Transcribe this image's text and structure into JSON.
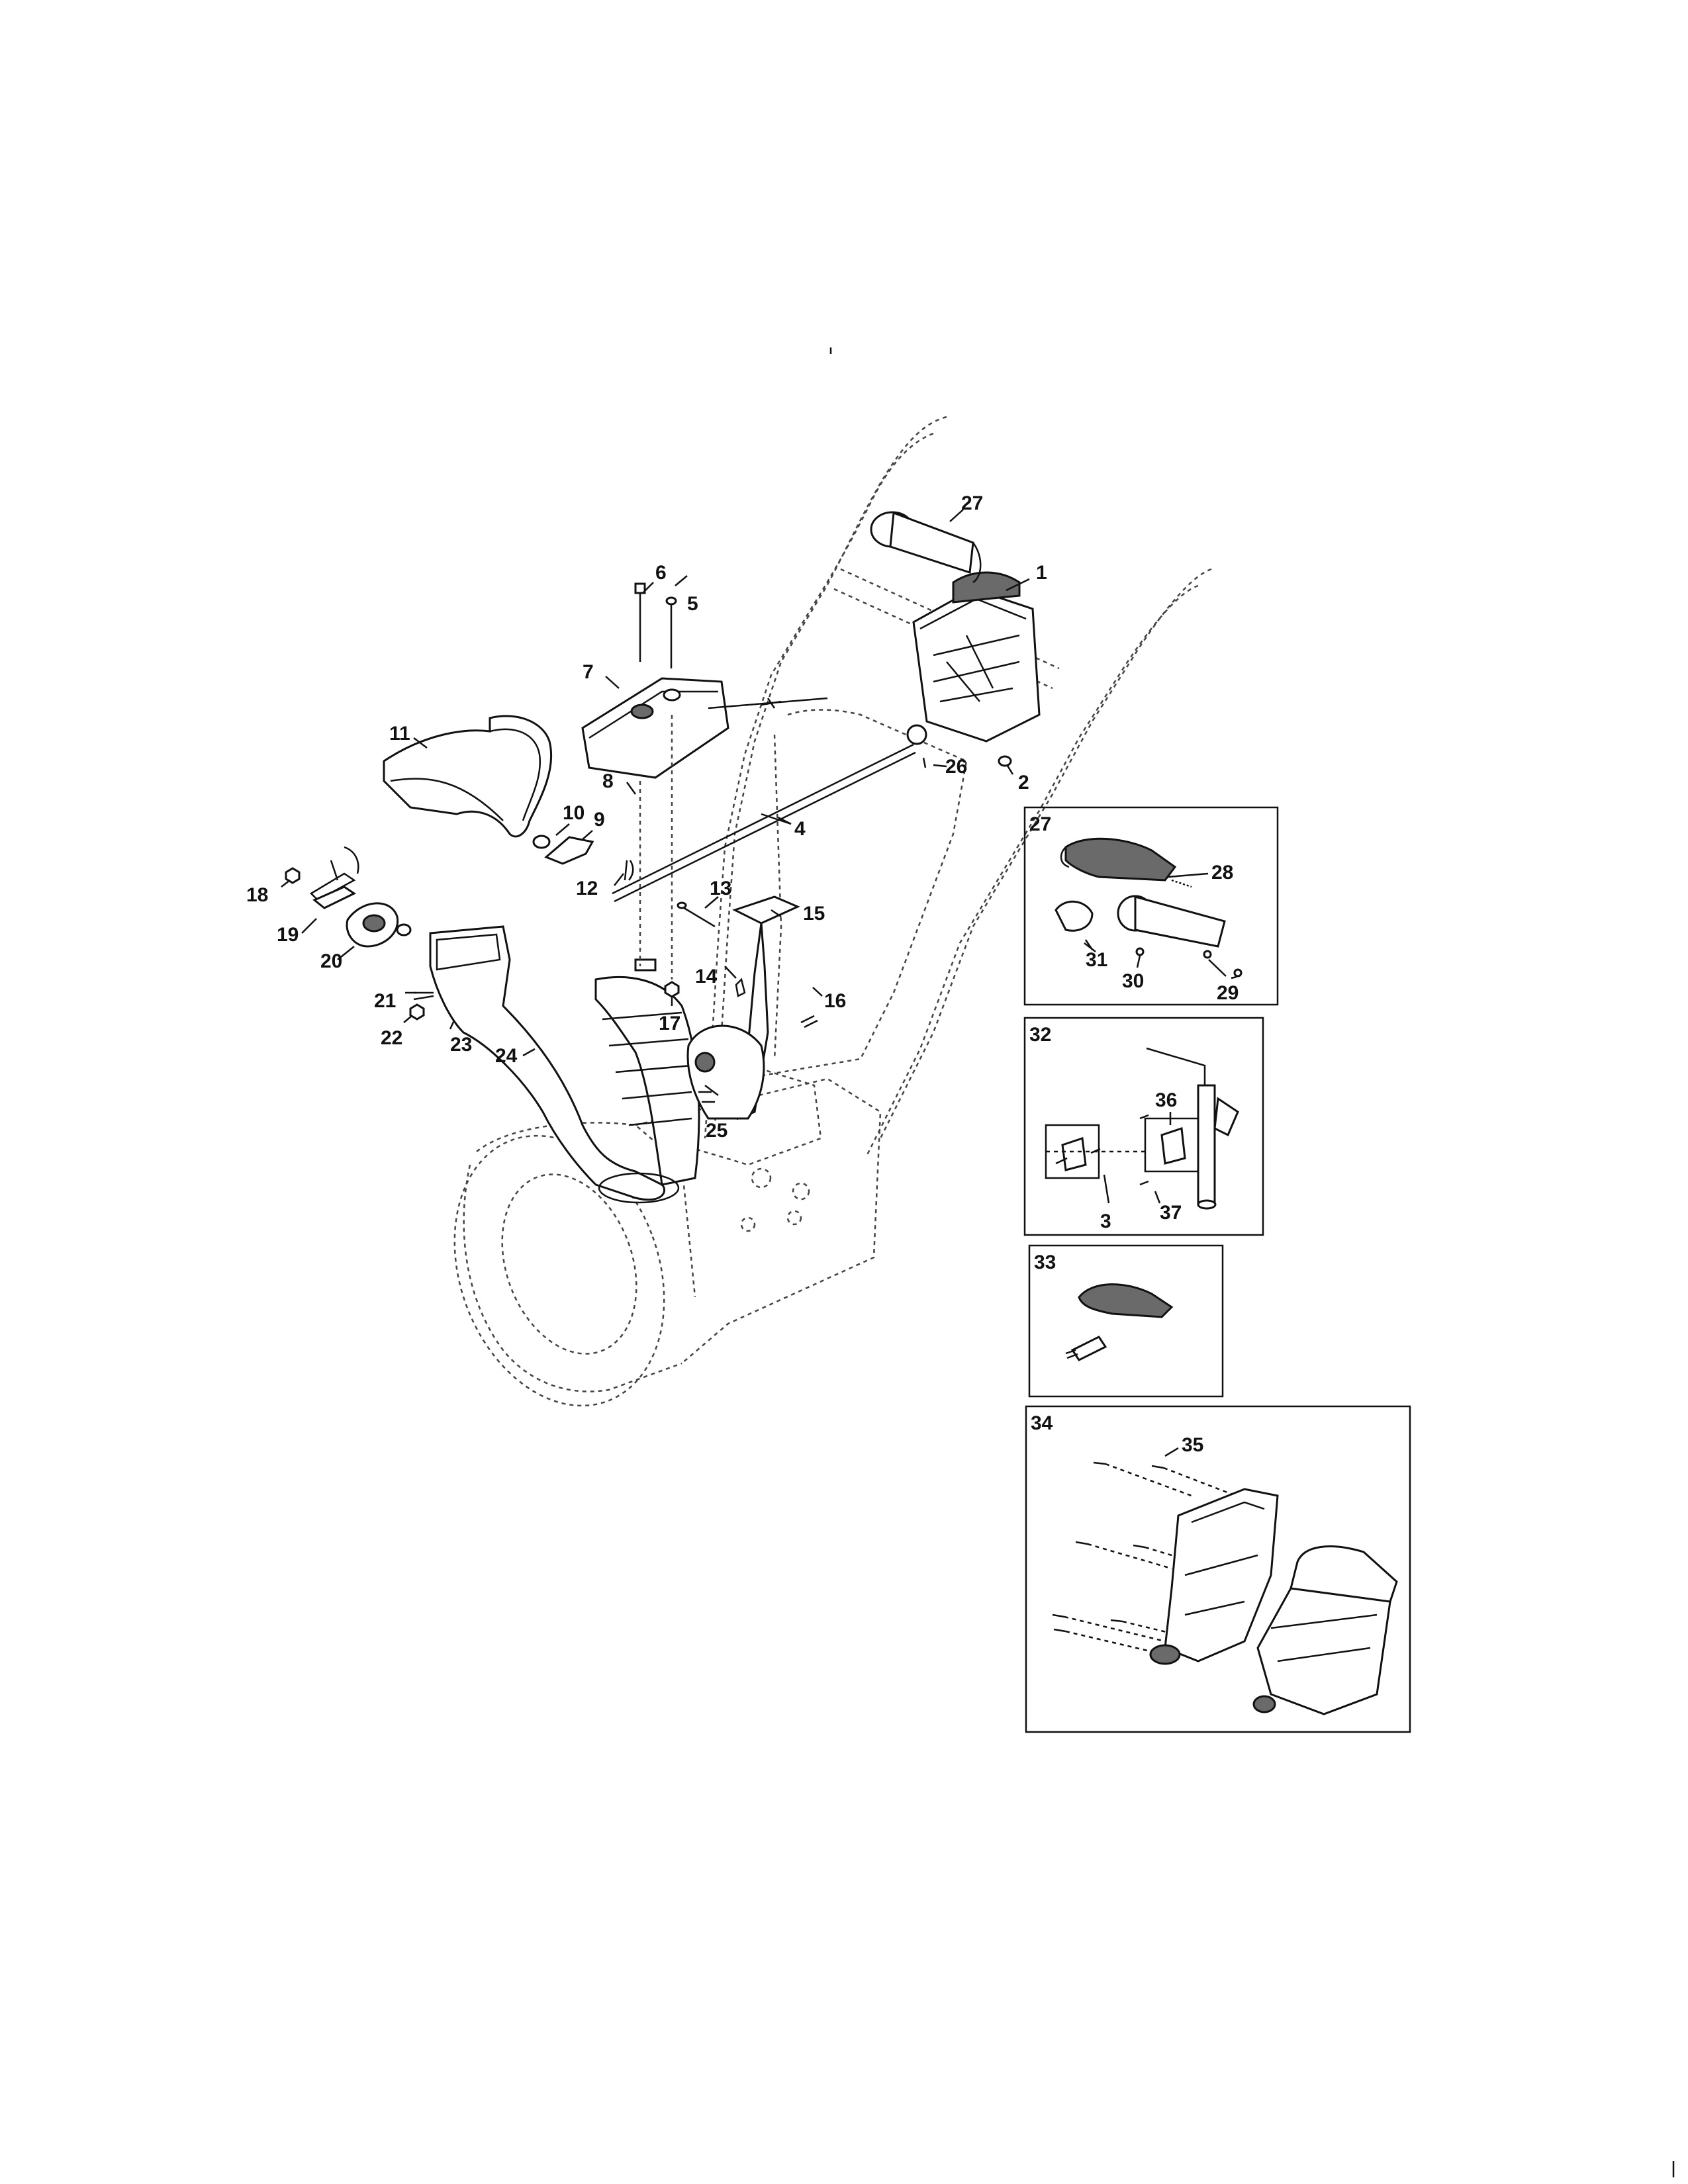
{
  "callouts": {
    "c1": "1",
    "c2": "2",
    "c4": "4",
    "c5": "5",
    "c6": "6",
    "c7": "7",
    "c8": "8",
    "c9": "9",
    "c10": "10",
    "c11": "11",
    "c12": "12",
    "c13": "13",
    "c14": "14",
    "c15": "15",
    "c16": "16",
    "c17": "17",
    "c18": "18",
    "c19": "19",
    "c20": "20",
    "c21": "21",
    "c22": "22",
    "c23": "23",
    "c24": "24",
    "c25": "25",
    "c26": "26",
    "c27": "27"
  },
  "insets": {
    "i27": {
      "title": "27",
      "c28": "28",
      "c29": "29",
      "c30": "30",
      "c31": "31"
    },
    "i32": {
      "title": "32",
      "c3": "3",
      "c36": "36",
      "c37": "37"
    },
    "i33": {
      "title": "33"
    },
    "i34": {
      "title": "34",
      "c35": "35"
    }
  }
}
